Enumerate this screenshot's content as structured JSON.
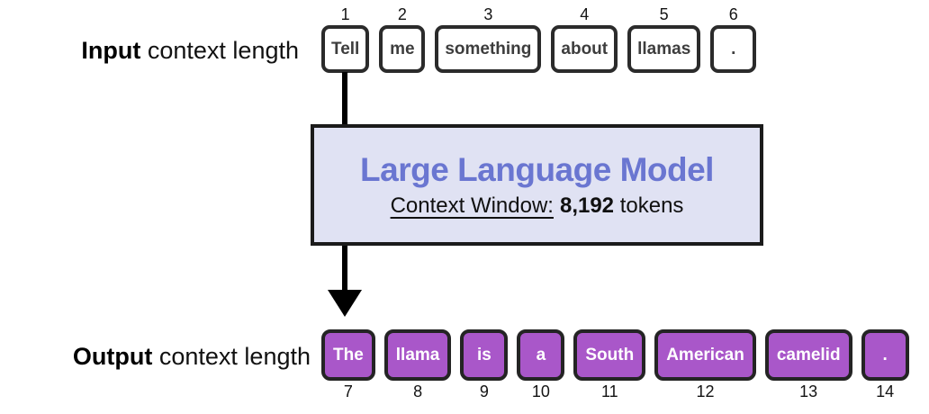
{
  "labels": {
    "input_bold": "Input",
    "input_rest": " context length",
    "output_bold": "Output",
    "output_rest": " context length"
  },
  "llm_box": {
    "title": "Large Language Model",
    "context_window_label": "Context Window:",
    "context_window_value": "8,192",
    "context_window_suffix": " tokens"
  },
  "input_tokens": [
    {
      "num": "1",
      "text": "Tell"
    },
    {
      "num": "2",
      "text": "me"
    },
    {
      "num": "3",
      "text": "something"
    },
    {
      "num": "4",
      "text": "about"
    },
    {
      "num": "5",
      "text": "llamas"
    },
    {
      "num": "6",
      "text": "."
    }
  ],
  "output_tokens": [
    {
      "num": "7",
      "text": "The"
    },
    {
      "num": "8",
      "text": "llama"
    },
    {
      "num": "9",
      "text": "is"
    },
    {
      "num": "10",
      "text": "a"
    },
    {
      "num": "11",
      "text": "South"
    },
    {
      "num": "12",
      "text": "American"
    },
    {
      "num": "13",
      "text": "camelid"
    },
    {
      "num": "14",
      "text": "."
    }
  ],
  "colors": {
    "output_token_fill": "#a957c9",
    "output_token_text": "#ffffff",
    "llm_box_fill": "#e0e2f3",
    "llm_title_text": "#6a76d1",
    "box_border": "#242424",
    "arrow": "#000000"
  }
}
